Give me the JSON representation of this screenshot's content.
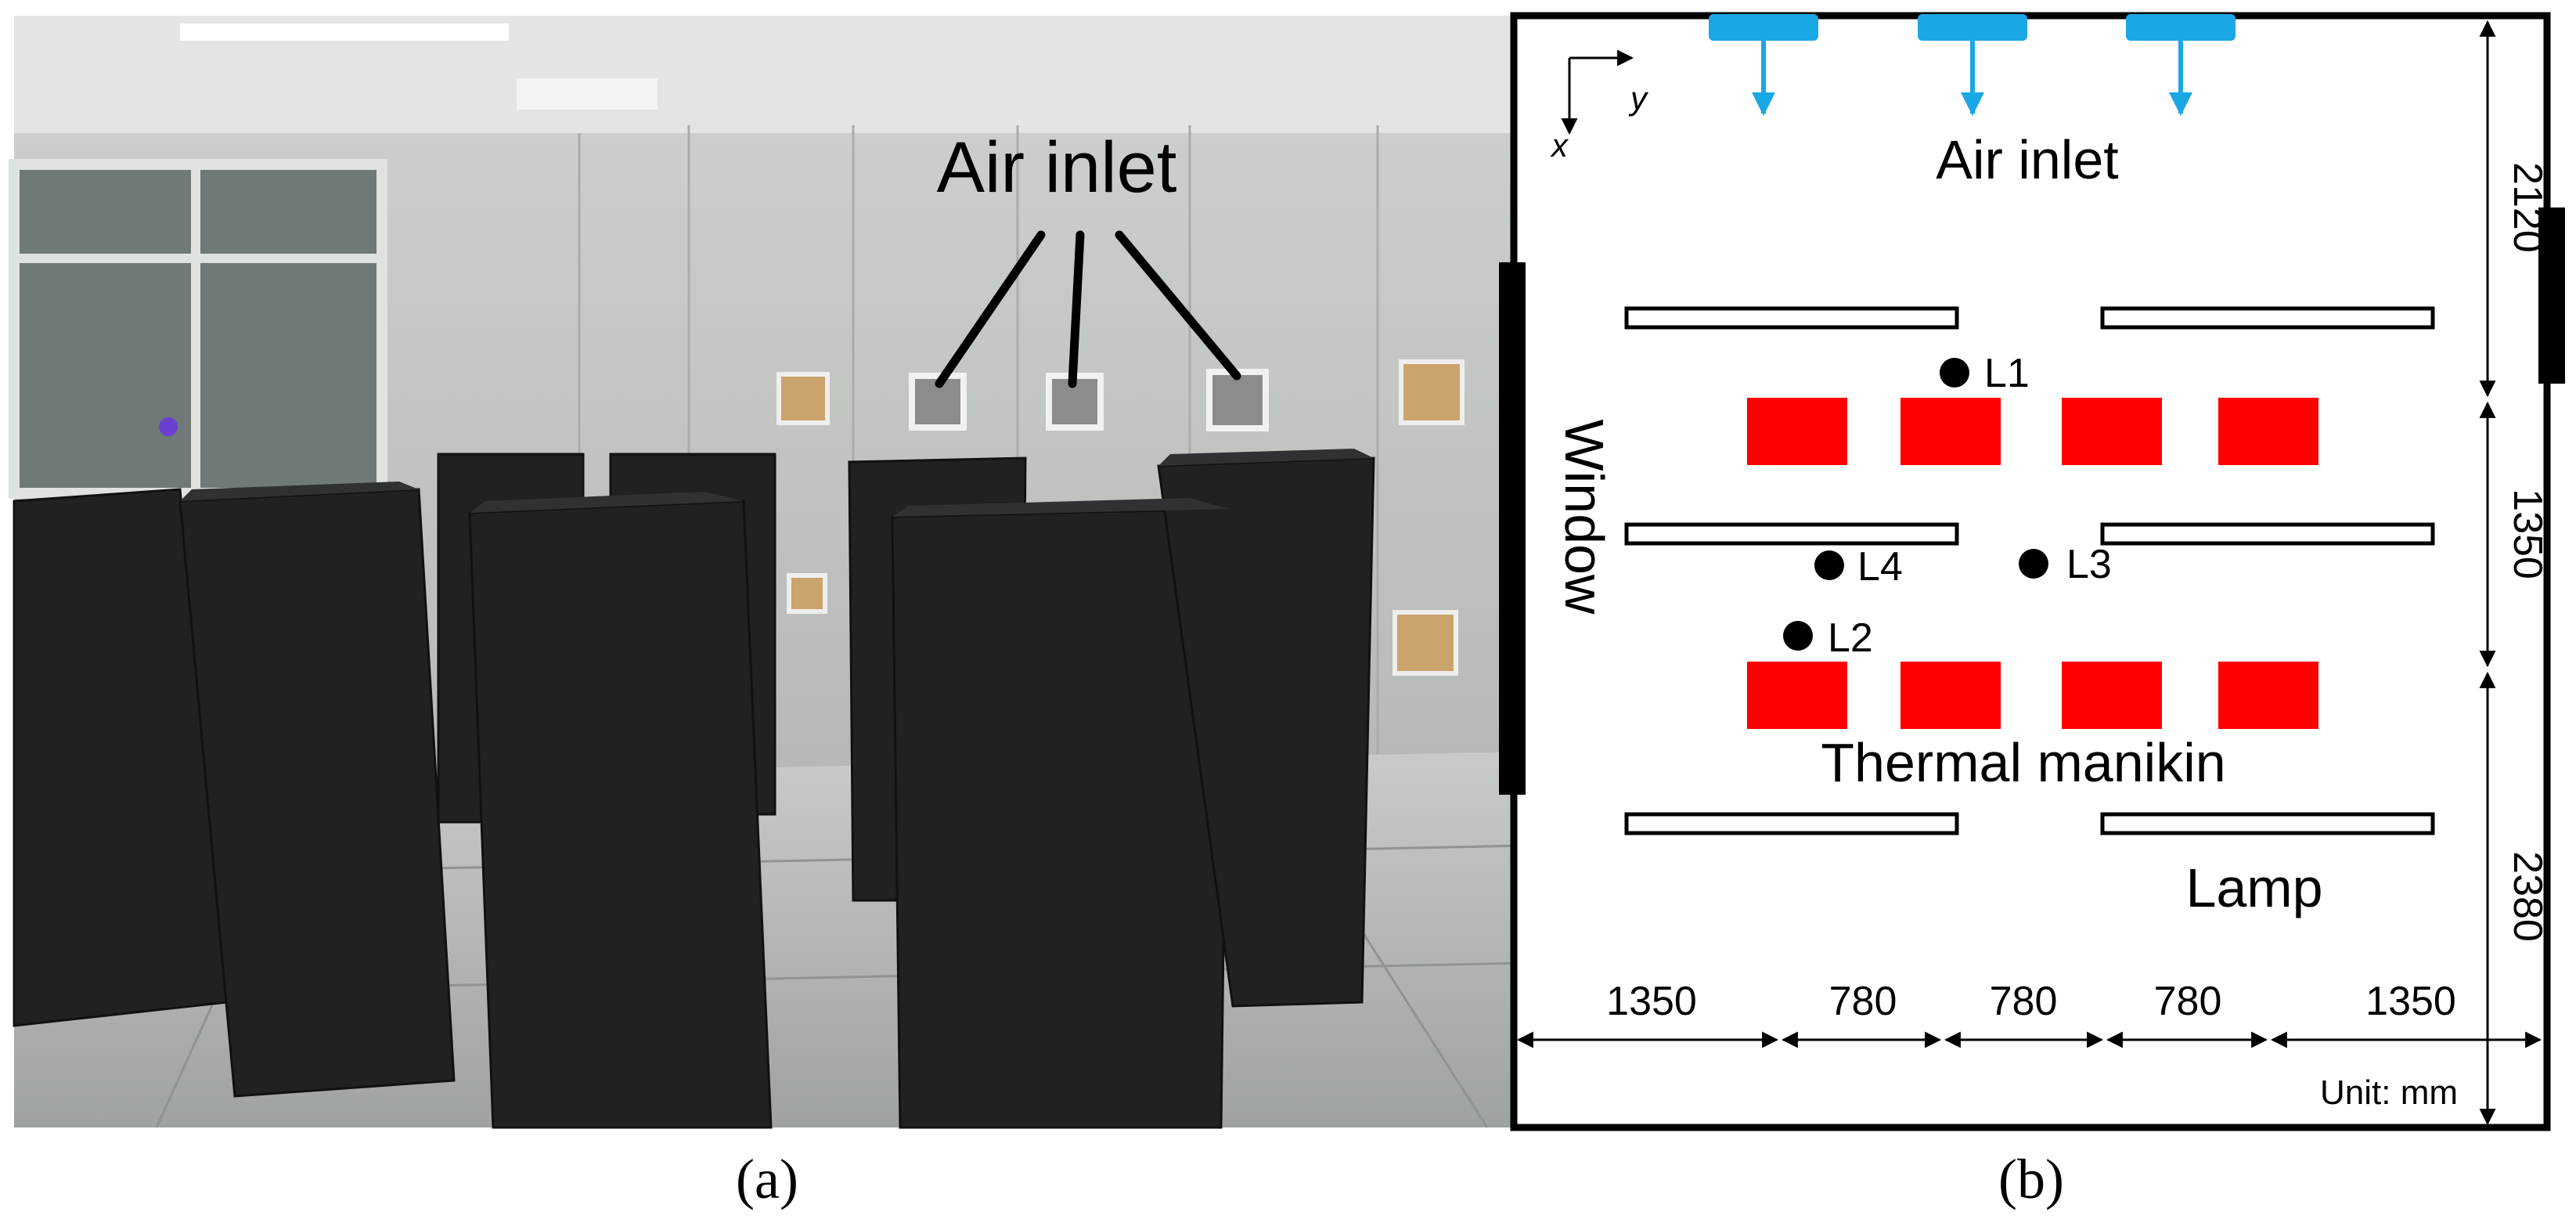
{
  "panel_a": {
    "callout": "Air inlet",
    "caption": "(a)",
    "inlet_count": 3
  },
  "panel_b": {
    "axes": {
      "x": "x",
      "y": "y"
    },
    "labels": {
      "air_inlet": "Air inlet",
      "window": "Window",
      "thermal_manikin": "Thermal manikin",
      "lamp": "Lamp",
      "unit": "Unit: mm"
    },
    "points": [
      {
        "id": "L1",
        "label": "L1"
      },
      {
        "id": "L4",
        "label": "L4"
      },
      {
        "id": "L3",
        "label": "L3"
      },
      {
        "id": "L2",
        "label": "L2"
      }
    ],
    "dimensions_bottom": [
      "1350",
      "780",
      "780",
      "780",
      "1350"
    ],
    "dimensions_right": [
      "2120",
      "1350",
      "2380"
    ],
    "caption": "(b)"
  },
  "colors": {
    "manikin": "#ff0000",
    "inlet": "#1aa7e6",
    "frame": "#000000"
  }
}
